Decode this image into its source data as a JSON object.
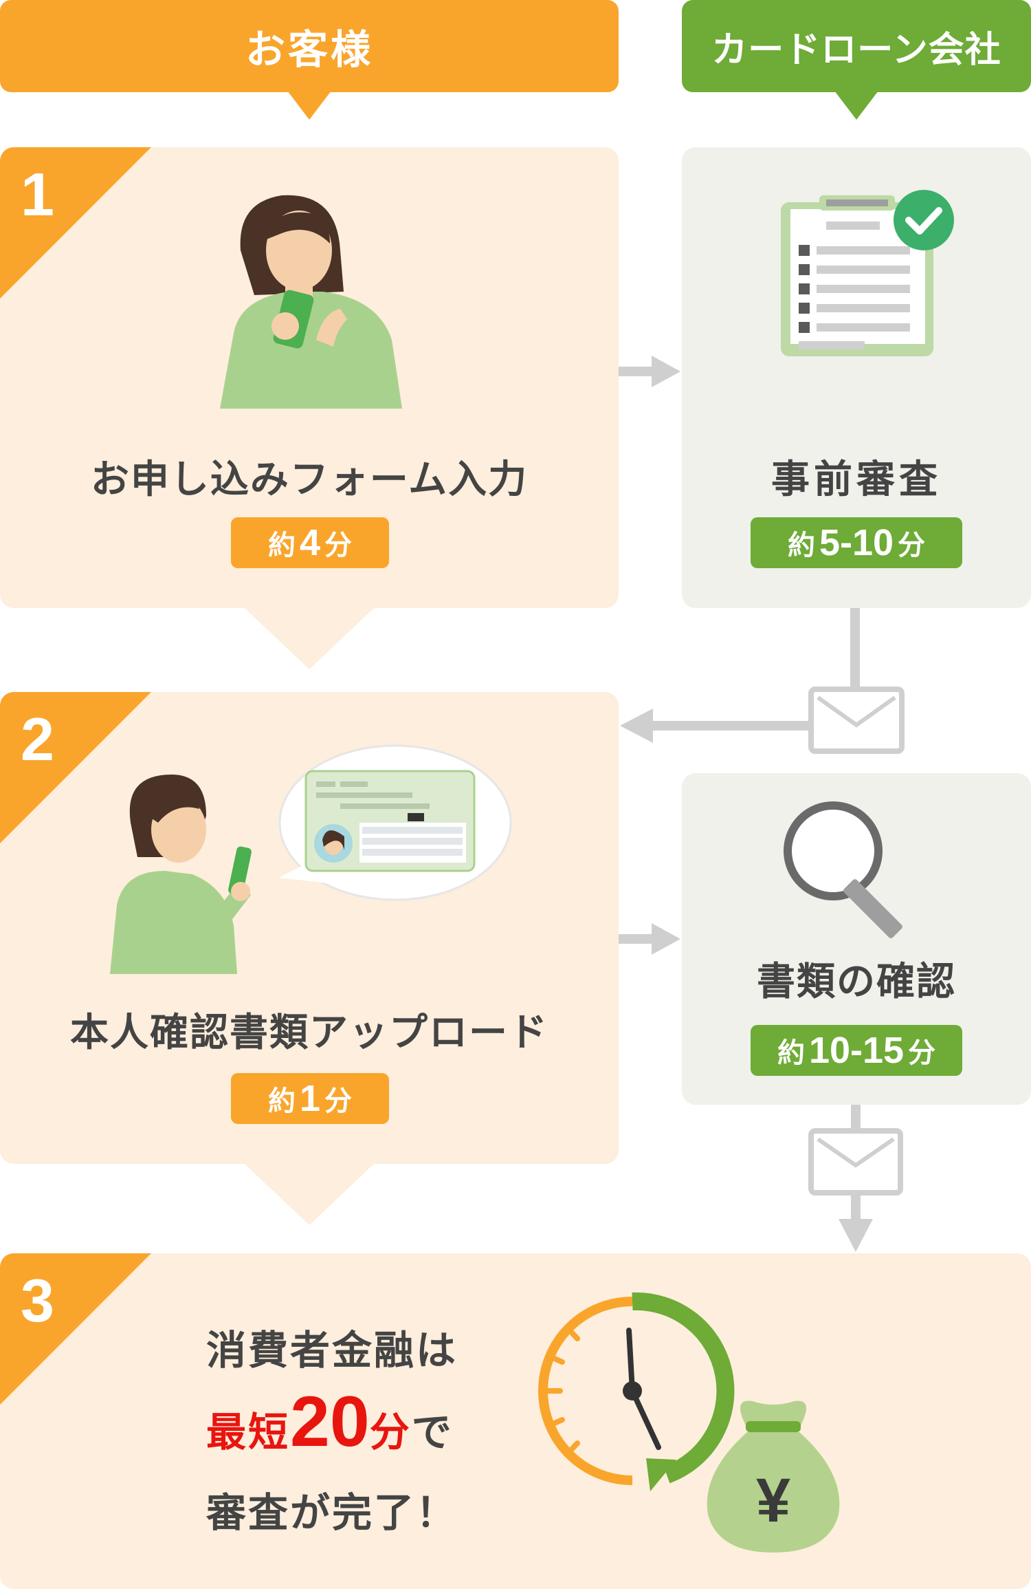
{
  "header": {
    "customer": "お客様",
    "company": "カードローン会社"
  },
  "colors": {
    "customer_accent": "#f9a52c",
    "company_accent": "#6eab37",
    "customer_panel": "#fdeedd",
    "company_panel": "#eff1ea",
    "highlight": "#e8150f"
  },
  "steps": [
    {
      "number": "1",
      "label": "お申し込みフォーム入力",
      "time": {
        "prefix": "約",
        "value": "4",
        "unit": "分"
      }
    },
    {
      "number": "2",
      "label": "本人確認書類アップロード",
      "time": {
        "prefix": "約",
        "value": "1",
        "unit": "分"
      }
    },
    {
      "number": "3"
    }
  ],
  "company_steps": [
    {
      "label": "事前審査",
      "time": {
        "prefix": "約",
        "value": "5-10",
        "unit": "分"
      }
    },
    {
      "label": "書類の確認",
      "time": {
        "prefix": "約",
        "value": "10-15",
        "unit": "分"
      }
    }
  ],
  "final": {
    "line1": "消費者金融は",
    "line2_prefix": "最短",
    "line2_number": "20",
    "line2_unit": "分",
    "line2_suffix": "で",
    "line3": "審査が完了！"
  },
  "icons": {
    "yen_symbol": "¥"
  }
}
